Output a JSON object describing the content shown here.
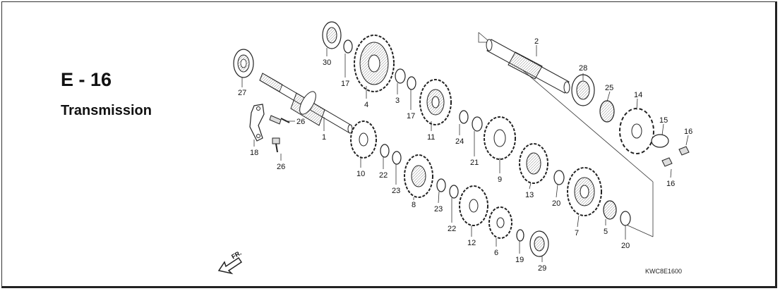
{
  "title": {
    "code": "E - 16",
    "name": "Transmission"
  },
  "reference_code": "KWC8E1600",
  "direction_label": "FR.",
  "part_labels": [
    "27",
    "30",
    "17",
    "4",
    "3",
    "17",
    "11",
    "24",
    "21",
    "9",
    "2",
    "28",
    "25",
    "14",
    "15",
    "16",
    "16",
    "1",
    "26",
    "26",
    "18",
    "10",
    "22",
    "23",
    "8",
    "23",
    "22",
    "12",
    "6",
    "19",
    "29",
    "13",
    "20",
    "7",
    "5",
    "20"
  ]
}
